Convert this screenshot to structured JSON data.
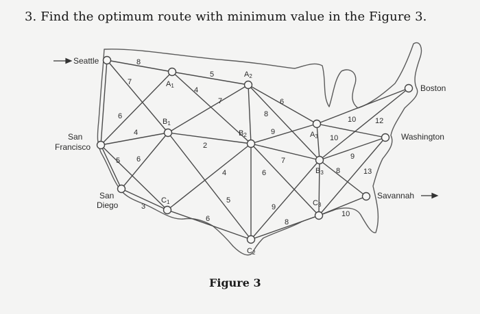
{
  "question": "3. Find the optimum route with minimum value in the Figure 3.",
  "caption": "Figure 3",
  "cities": {
    "seattle": "Seattle",
    "san_francisco_1": "San",
    "san_francisco_2": "Francisco",
    "san_diego_1": "San",
    "san_diego_2": "Diego",
    "boston": "Boston",
    "washington": "Washington",
    "savannah": "Savannah"
  },
  "nodes": {
    "A1": "A",
    "A1_sub": "1",
    "A2": "A",
    "A2_sub": "2",
    "A3": "A",
    "A3_sub": "3",
    "B1": "B",
    "B1_sub": "1",
    "B2": "B",
    "B2_sub": "2",
    "B3": "B",
    "B3_sub": "3",
    "C1": "C",
    "C1_sub": "1",
    "C2": "C",
    "C2_sub": "2",
    "C3": "C",
    "C3_sub": "3"
  },
  "weights": {
    "seattle_a1": "8",
    "seattle_b1": "7",
    "seattle_sf": "6",
    "sf_b1": "4",
    "sf_sd": "5",
    "sf_c1": "6",
    "sd_c1": "3",
    "a1_a2": "5",
    "a1_b2": "4",
    "b1_a2": "7",
    "b1_c2": "2",
    "c1_b2": "4",
    "c1_c2": "6",
    "a2_b2": "8",
    "a2_a3": "6",
    "b2_a3": "9",
    "b2_b3": "7",
    "b2_c3": "6",
    "c2_b3": "5",
    "c2_c3": "9",
    "a3_b3": "8",
    "a3_boston": "10",
    "a3_washington": "10",
    "b3_boston": "12",
    "b3_washington": "9",
    "b3_savannah": "13",
    "c3_b3": "8",
    "c3_savannah": "10"
  }
}
